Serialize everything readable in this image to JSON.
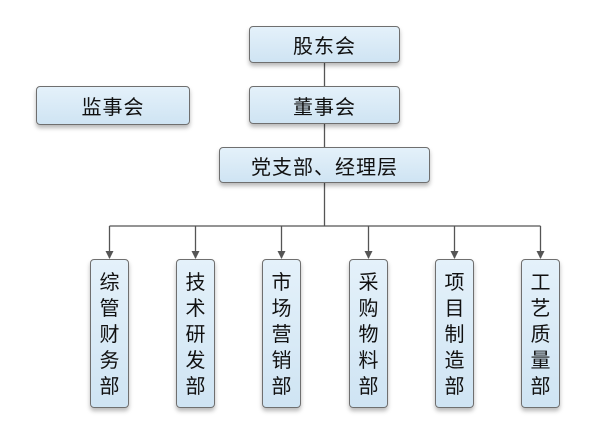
{
  "org": {
    "shareholders": "股东会",
    "supervisors": "监事会",
    "board": "董事会",
    "management": "党支部、经理层",
    "departments": [
      "综管财务部",
      "技术研发部",
      "市场营销部",
      "采购物料部",
      "项目制造部",
      "工艺质量部"
    ]
  },
  "colors": {
    "box_fill_top": "#e4f1fa",
    "box_fill_bottom": "#cfe4f3",
    "box_border": "#6f6f6f",
    "connector": "#555555",
    "text": "#111111"
  }
}
